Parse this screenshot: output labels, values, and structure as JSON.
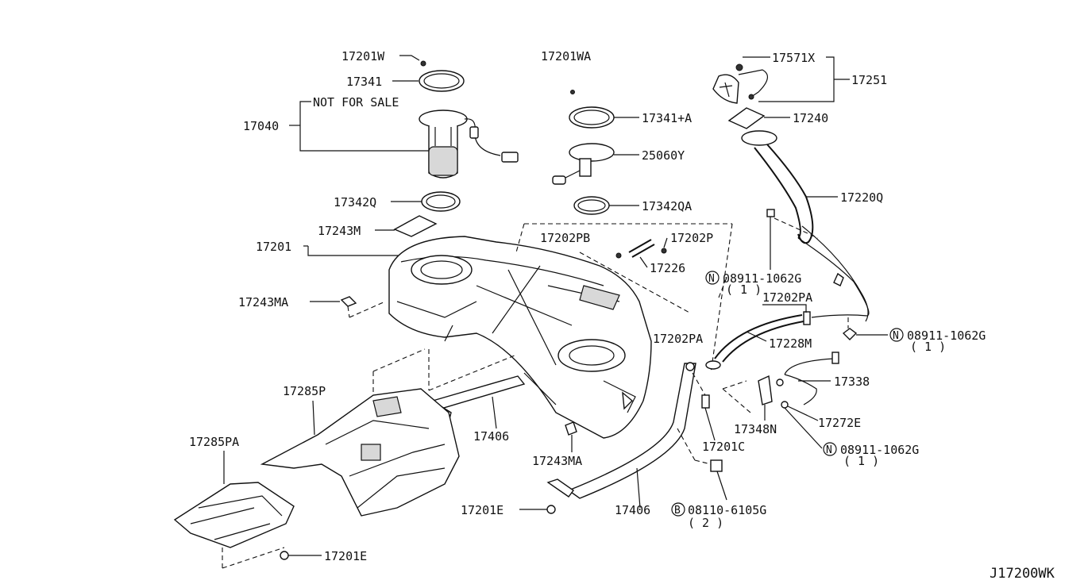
{
  "diagram": {
    "diagram_code": "J17200WK",
    "labels": {
      "p17201W": "17201W",
      "p17341": "17341",
      "p17040": "17040",
      "notForSale": "NOT FOR SALE",
      "p17342Q": "17342Q",
      "p17243M": "17243M",
      "p17201": "17201",
      "p17243MA_left": "17243MA",
      "p17285P": "17285P",
      "p17285PA": "17285PA",
      "p17201E_bottom": "17201E",
      "p17201WA": "17201WA",
      "p17341A": "17341+A",
      "p25060Y": "25060Y",
      "p17342QA": "17342QA",
      "p17202PB": "17202PB",
      "p17202P": "17202P",
      "p17226": "17226",
      "p17406_mid": "17406",
      "p17243MA_mid": "17243MA",
      "p17201E_mid": "17201E",
      "p17406_bottom": "17406",
      "p17571X": "17571X",
      "p17251": "17251",
      "p17240": "17240",
      "p17220Q": "17220Q",
      "p08911_1": "08911-1062G",
      "qty1_1": "( 1 )",
      "p17202PA_upper": "17202PA",
      "p08911_2": "08911-1062G",
      "qty1_2": "( 1 )",
      "p17202PA_lower": "17202PA",
      "p17228M": "17228M",
      "p17338": "17338",
      "p17272E": "17272E",
      "p17348N": "17348N",
      "p17201C": "17201C",
      "p08911_3": "08911-1062G",
      "qty1_3": "( 1 )",
      "p08110": "08110-6105G",
      "qty2": "( 2 )"
    },
    "symbols": {
      "nut_symbol": "N",
      "bolt_symbol": "B"
    }
  }
}
